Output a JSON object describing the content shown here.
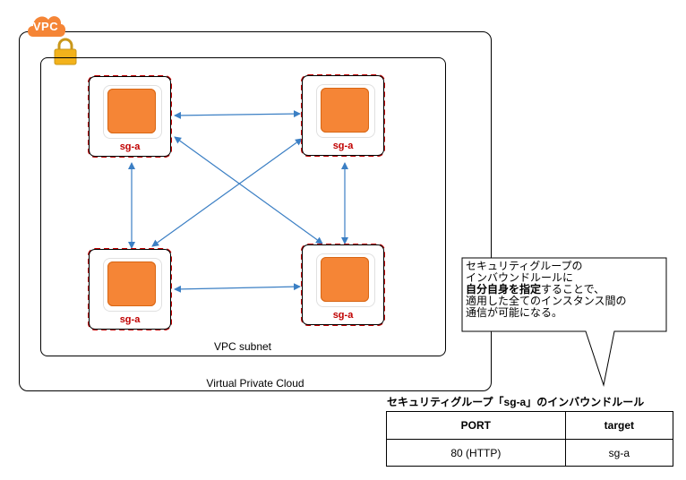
{
  "vpc": {
    "badge": "VPC",
    "label": "Virtual Private Cloud",
    "badge_color": "#f58536"
  },
  "subnet": {
    "label": "VPC subnet"
  },
  "security_groups": [
    {
      "label": "sg-a"
    },
    {
      "label": "sg-a"
    },
    {
      "label": "sg-a"
    },
    {
      "label": "sg-a"
    }
  ],
  "callout": {
    "line1": "セキュリティグループの",
    "line2": "インバウンドルールに",
    "line3_bold": "自分自身を指定",
    "line3_rest": "することで、",
    "line4": "適用した全てのインスタンス間の",
    "line5": "通信が可能になる。"
  },
  "rules_table": {
    "title": "セキュリティグループ「sg-a」のインバウンドルール",
    "headers": [
      "PORT",
      "target"
    ],
    "rows": [
      [
        "80 (HTTP)",
        "sg-a"
      ]
    ]
  },
  "colors": {
    "instance": "#f58536",
    "sg_border": "#c00000",
    "arrow": "#3b7fc4"
  },
  "icons": [
    "cloud-icon",
    "lock-icon",
    "ec2-instance-icon"
  ]
}
